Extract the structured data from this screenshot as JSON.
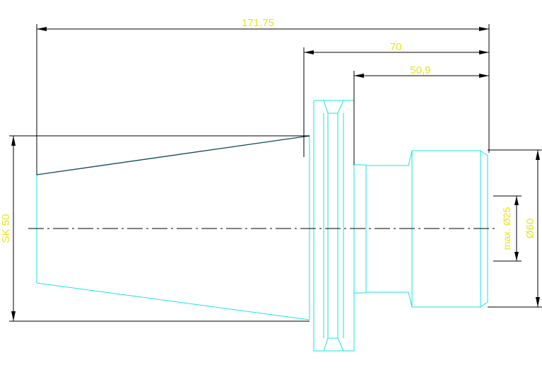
{
  "drawing": {
    "colors": {
      "background": "#ffffff",
      "outline": "#19e3e3",
      "dimension_lines": "#000000",
      "dimension_text": "#e6e61a",
      "taper_edge": "#0d4a57"
    },
    "dimensions": {
      "overall_length": "171,75",
      "flange_length": "70",
      "nose_length": "50,9",
      "taper": "SK 50",
      "bore_max": "max. Ø25",
      "nose_diameter": "Ø60"
    }
  }
}
